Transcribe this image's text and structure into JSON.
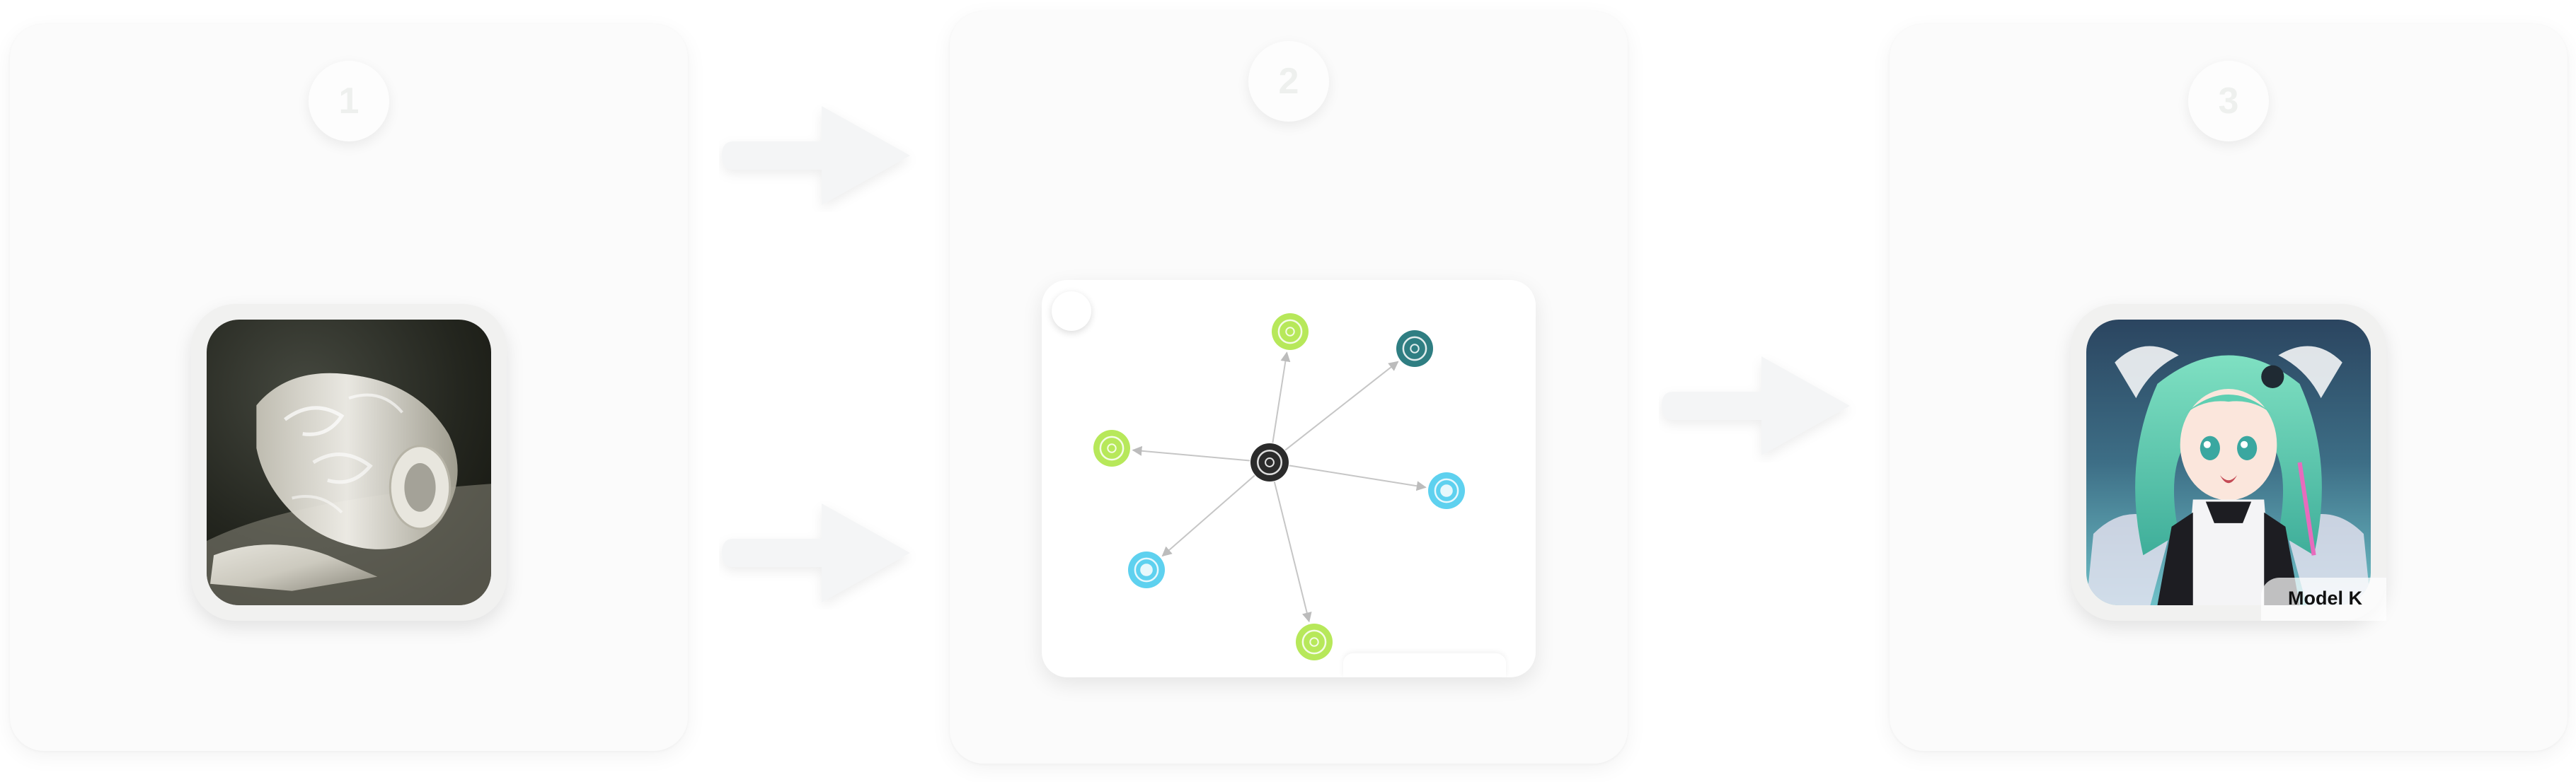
{
  "steps": [
    {
      "number": "1",
      "title": "",
      "image": "curled-translucent-sheet"
    },
    {
      "number": "2",
      "title": "",
      "image": "node-graph"
    },
    {
      "number": "3",
      "title": "",
      "image": "anime-character",
      "model_label": "Model K"
    }
  ],
  "graph": {
    "center_node": {
      "color": "#2b2b2b",
      "icon": "shield-icon"
    },
    "nodes": [
      {
        "color": "#b7e85a",
        "icon": "ring-icon"
      },
      {
        "color": "#2f7e82",
        "icon": "shield-icon"
      },
      {
        "color": "#b7e85a",
        "icon": "ring-icon"
      },
      {
        "color": "#5ed1ef",
        "icon": "dot-icon"
      },
      {
        "color": "#5ed1ef",
        "icon": "dot-icon"
      },
      {
        "color": "#b7e85a",
        "icon": "ring-icon"
      }
    ],
    "edge_color": "#c6c6c6"
  },
  "colors": {
    "panel_bg": "#fbfbfb",
    "arrow": "#f4f5f6",
    "accent_green": "#b7e85a",
    "accent_blue": "#5ed1ef",
    "accent_teal": "#2f7e82"
  }
}
